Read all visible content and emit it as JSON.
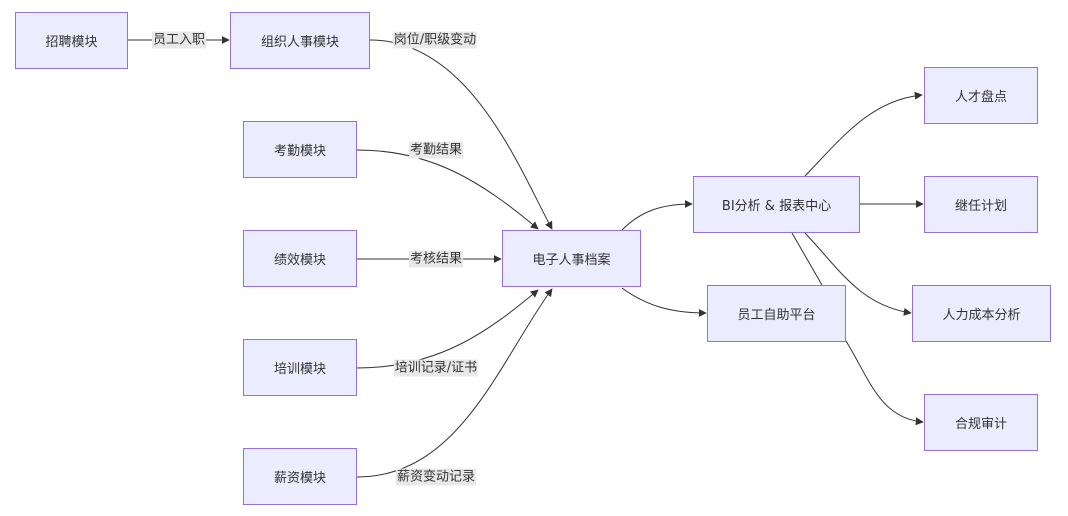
{
  "nodes": {
    "recruit": "招聘模块",
    "org": "组织人事模块",
    "attendance": "考勤模块",
    "performance": "绩效模块",
    "training": "培训模块",
    "salary": "薪资模块",
    "ehr": "电子人事档案",
    "bi": "BI分析 & 报表中心",
    "self_service": "员工自助平台",
    "talent_review": "人才盘点",
    "succession": "继任计划",
    "cost_analysis": "人力成本分析",
    "compliance": "合规审计"
  },
  "edge_labels": {
    "recruit_org": "员工入职",
    "org_ehr": "岗位/职级变动",
    "attendance_ehr": "考勤结果",
    "performance_ehr": "考核结果",
    "training_ehr": "培训记录/证书",
    "salary_ehr": "薪资变动记录"
  }
}
